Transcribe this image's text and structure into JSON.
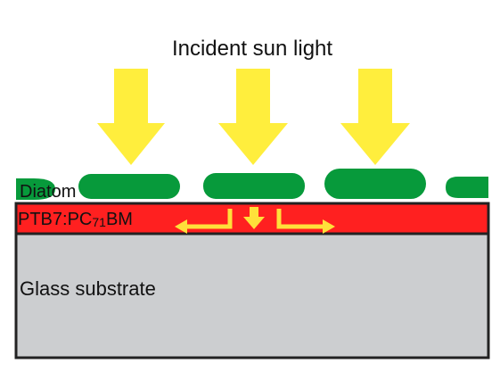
{
  "title": "Incident sun light",
  "labels": {
    "diatom": "Diatom",
    "active_layer_prefix": "PTB7:PC",
    "active_layer_subscript": "71",
    "active_layer_suffix": "BM",
    "substrate": "Glass substrate"
  },
  "colors": {
    "sunlight": "#ffee3d",
    "diatom": "#079a3b",
    "active_layer": "#ff2020",
    "glass": "#ccced0",
    "outline": "#222222",
    "scatter_arrows": "#ffe03a"
  }
}
